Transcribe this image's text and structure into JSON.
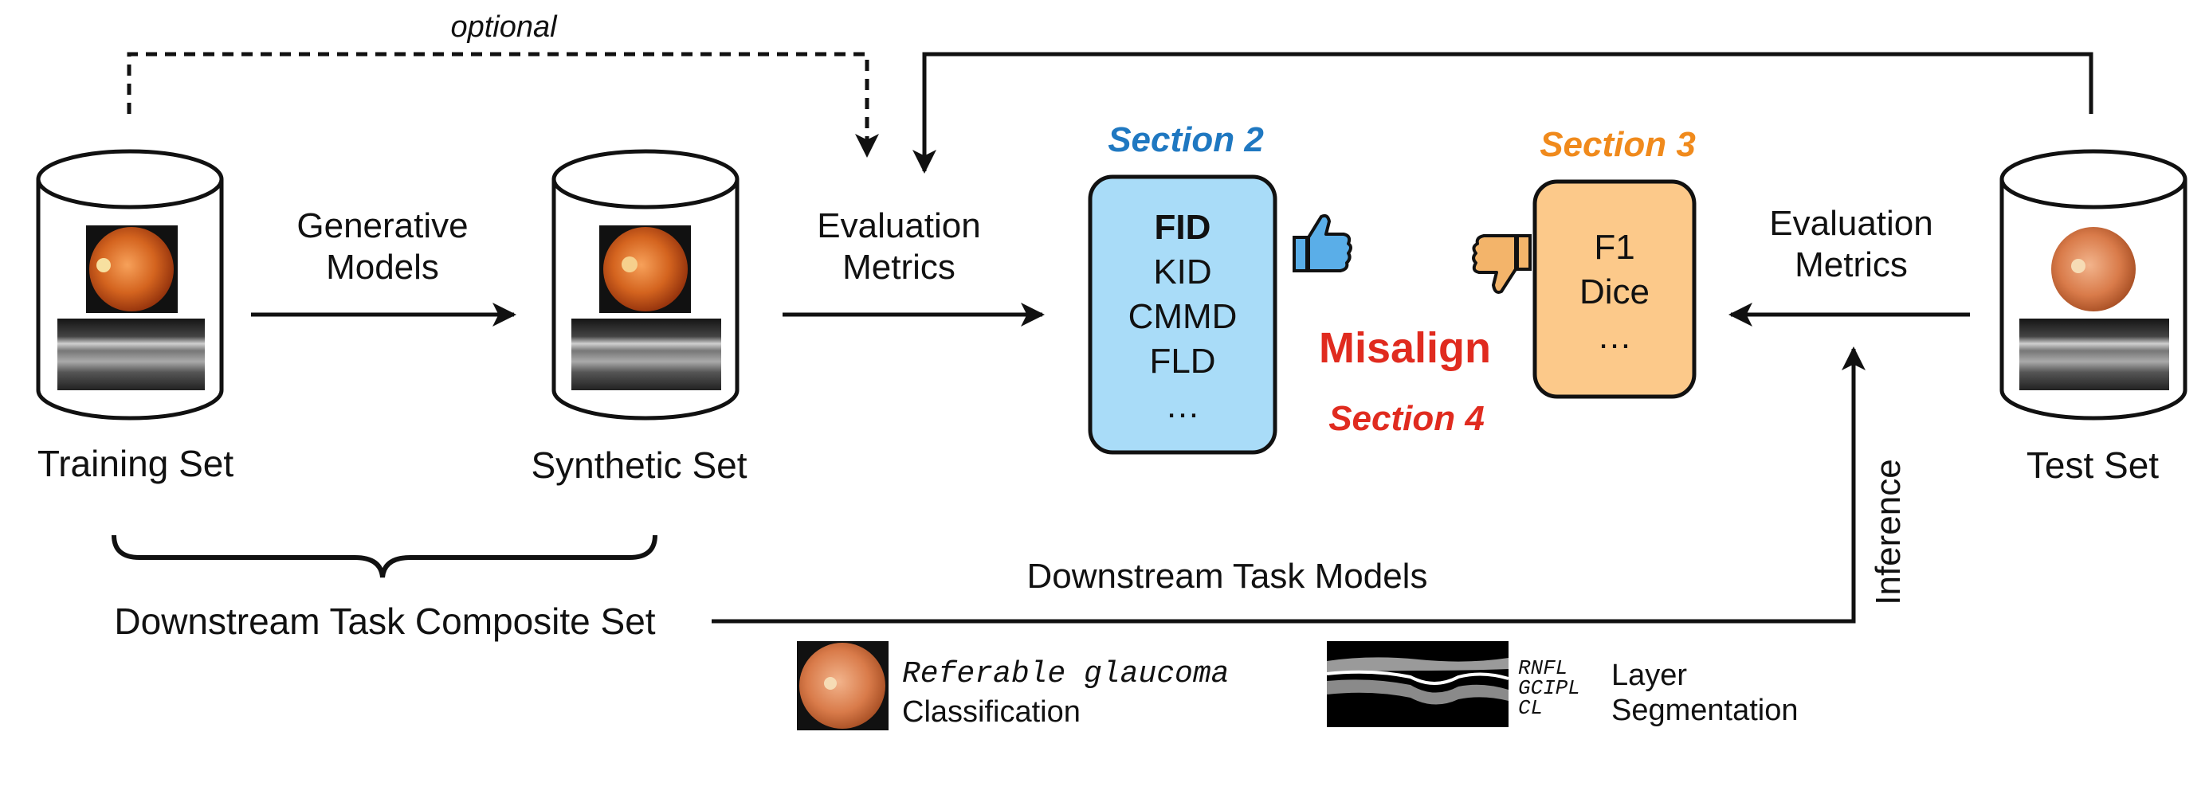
{
  "labels": {
    "optional": "optional",
    "generative_models": [
      "Generative",
      "Models"
    ],
    "evaluation_metrics_left": [
      "Evaluation",
      "Metrics"
    ],
    "evaluation_metrics_right": [
      "Evaluation",
      "Metrics"
    ],
    "training_set": "Training Set",
    "synthetic_set": "Synthetic Set",
    "test_set": "Test Set",
    "composite_set": "Downstream Task Composite Set",
    "downstream_task_models": "Downstream Task Models",
    "inference": "Inference",
    "misalign": "Misalign"
  },
  "sections": {
    "section2": {
      "label": "Section 2",
      "color": "#1f78c1"
    },
    "section3": {
      "label": "Section 3",
      "color": "#f08a1c"
    },
    "section4": {
      "label": "Section 4",
      "color": "#e02b1f"
    }
  },
  "metrics_box_blue": {
    "items": [
      "FID",
      "KID",
      "CMMD",
      "FLD",
      "…"
    ],
    "bold_item": "FID",
    "fill": "#a9dcf8"
  },
  "metrics_box_orange": {
    "items": [
      "F1",
      "Dice",
      "…"
    ],
    "fill": "#fcc98a"
  },
  "tasks": {
    "classification": {
      "title": "Referable glaucoma",
      "subtitle": "Classification"
    },
    "segmentation": {
      "layers": [
        "RNFL",
        "GCIPL",
        "CL"
      ],
      "title_line1": "Layer",
      "title_line2": "Segmentation"
    }
  },
  "icons": {
    "thumbs_up": "thumbs-up-icon",
    "thumbs_down": "thumbs-down-icon"
  },
  "colors": {
    "thumb_up": "#5aaee8",
    "thumb_down": "#f3b46a",
    "misalign": "#e02b1f"
  }
}
